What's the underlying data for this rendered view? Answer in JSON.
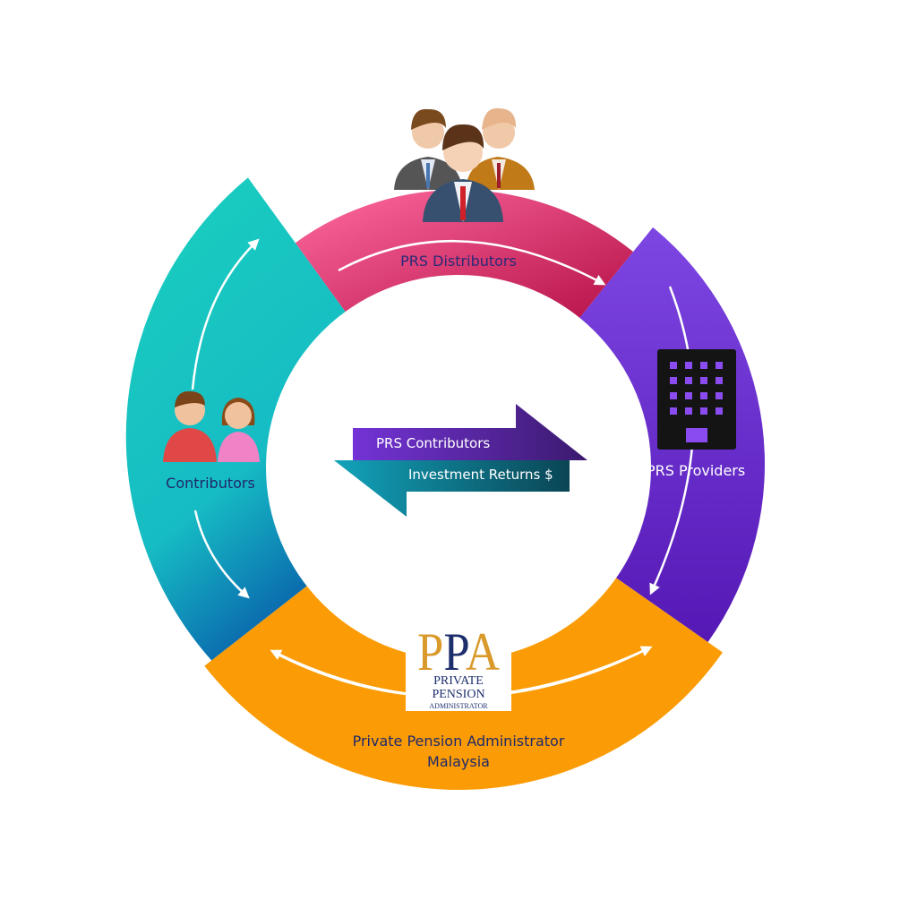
{
  "segments": {
    "distributors": {
      "label": "PRS Distributors",
      "color_from": "#ff5f9a",
      "color_to": "#b80f48"
    },
    "providers": {
      "label": "PRS Providers",
      "color_from": "#7c45e0",
      "color_to": "#5a1bb8"
    },
    "administrator": {
      "label_line1": "Private Pension Administrator",
      "label_line2": "Malaysia",
      "color": "#fb9c06"
    },
    "contributors": {
      "label": "Contributors",
      "color_from": "#1ccfbf",
      "color_to": "#0a78b2"
    }
  },
  "center": {
    "forward_label": "PRS Contributors",
    "return_label": "Investment Returns $"
  },
  "logo": {
    "letters": "PPA",
    "line1": "PRIVATE",
    "line2": "PENSION",
    "line3": "ADMINISTRATOR"
  }
}
